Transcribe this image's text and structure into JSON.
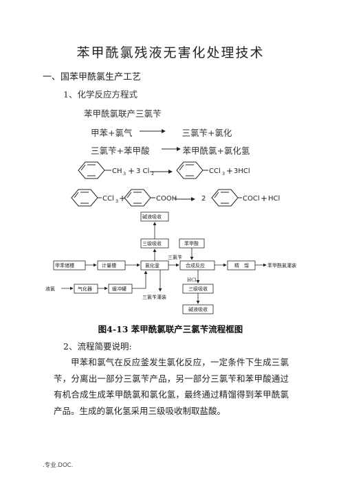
{
  "title": "苯甲酰氯残液无害化处理技术",
  "section1": "一、国苯甲酰氯生产工艺",
  "sub1": "1、化学反应方程式",
  "reaction_title": "苯甲酰氯联产三氯苄",
  "reactions": [
    {
      "left": "甲苯+氯气",
      "right": "三氯苄+氯化"
    },
    {
      "left": "三氯苄+苯甲酸",
      "right": "苯甲酰氯+氯化氢"
    }
  ],
  "equation1": {
    "reactant1": "CH",
    "sub1": "3",
    "plus1": "+",
    "reactant2": "3 Cl",
    "sub2": "2",
    "product1": "CCl",
    "sub3": "3",
    "plus2": "+",
    "product2": "3HCl"
  },
  "equation2": {
    "reactant1": "CCl",
    "sub1": "3",
    "plus1": "+",
    "reactant2": "COOH",
    "coef": "2",
    "product1": "COCl",
    "plus2": "+",
    "product2": "HCl"
  },
  "flow": {
    "alkali_top": "碱液吸收",
    "tertiary": "三级吸收",
    "benzoic": "苯甲酸",
    "sanlvbian": "三氯苄",
    "toluene_tank": "甲苯储槽",
    "metering": "计量槽",
    "chlorinator": "氯化釜",
    "synthesis": "合成反应",
    "refining": "精　馏",
    "product_tank": "苯甲酰氯灌装",
    "liquid_chlorine": "液氯",
    "vaporizer": "气化器",
    "buffer": "缓冲罐",
    "sanlvbian_filling": "三氯苄灌装",
    "hcl": "HCl",
    "tertiary2": "三级吸收",
    "alkali_bottom": "碱液吸收"
  },
  "caption": "图4-13 苯甲酰氯联产三氯苄流程框图",
  "section2": "2、流程简要说明:",
  "paragraph": "甲苯和氯气在反应釜发生氯化反应，一定条件下生成三氯苄，分离出一部分三氯苄产品，另一部分三氯苄和苯甲酸通过有机合成生成苯甲酰氯和氯化氢，最终通过精馏得到苯甲酰氯产品。生成的氯化氢采用三级吸收制取盐酸。",
  "footer": ".专业.DOC."
}
